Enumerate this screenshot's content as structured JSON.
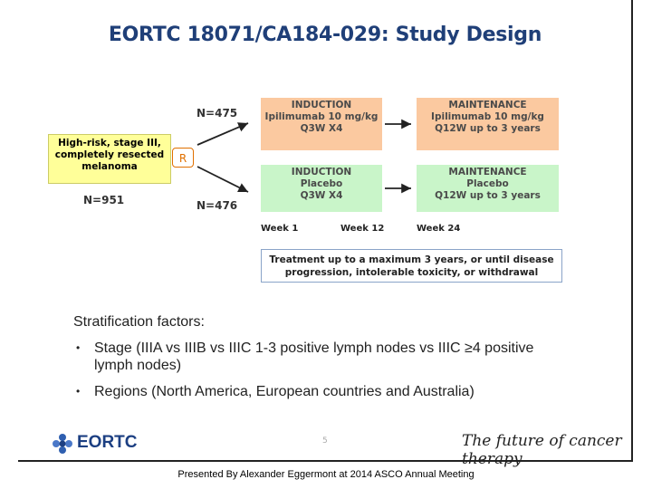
{
  "title": "EORTC 18071/CA184-029: Study Design",
  "population": {
    "lines": [
      "High-risk, stage III,",
      "completely resected",
      "melanoma"
    ],
    "n_total": "N=951"
  },
  "randomize_label": "R",
  "arms": {
    "top": {
      "n": "N=475",
      "induction": [
        "INDUCTION",
        "Ipilimumab 10 mg/kg",
        "Q3W X4"
      ],
      "maintenance": [
        "MAINTENANCE",
        "Ipilimumab 10 mg/kg",
        "Q12W up to 3 years"
      ]
    },
    "bottom": {
      "n": "N=476",
      "induction": [
        "INDUCTION",
        "Placebo",
        "Q3W X4"
      ],
      "maintenance": [
        "MAINTENANCE",
        "Placebo",
        "Q12W up to 3 years"
      ]
    }
  },
  "timeline": [
    "Week 1",
    "Week 12",
    "Week 24"
  ],
  "treatment_note": [
    "Treatment up to a maximum 3 years, or until disease",
    "progression, intolerable toxicity, or withdrawal"
  ],
  "stratification": {
    "title": "Stratification factors:",
    "bullets": [
      [
        "Stage (IIIA vs IIIB vs IIIC 1-3 positive lymph nodes vs IIIC ≥4 positive",
        "lymph nodes)"
      ],
      [
        "Regions (North America, European countries and Australia)"
      ]
    ]
  },
  "logo_text": "EORTC",
  "page_number": "5",
  "tagline": "The future of cancer therapy",
  "footer": "Presented By Alexander Eggermont at 2014 ASCO Annual Meeting",
  "colors": {
    "title": "#1f3f78",
    "population_box": "#ffff99",
    "ipilimumab_box": "#fbc9a0",
    "placebo_box": "#c9f5c9",
    "randomize": "#e07000"
  }
}
